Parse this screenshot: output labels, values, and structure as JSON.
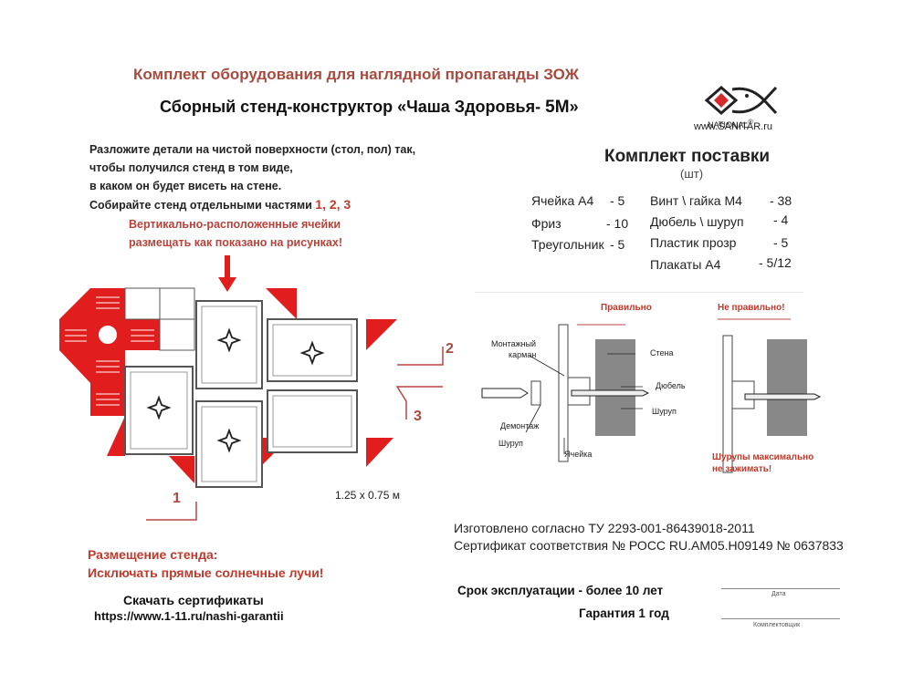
{
  "header": {
    "title": "Комплект оборудования для наглядной пропаганды ЗОЖ",
    "subtitle_main": "Сборный стенд-конструктор «Чаша Здоровья",
    "subtitle_suffix": "-",
    "subtitle_model": "5М",
    "subtitle_end": "»"
  },
  "logo": {
    "brand": "NATIONAL",
    "reg": "®",
    "url": "www.SANITAR.ru"
  },
  "instructions": {
    "line1": "Разложите детали на чистой поверхности (стол, пол) так,",
    "line2": "чтобы получился стенд в том виде,",
    "line3": "в каком он будет висеть на стене.",
    "line4": "Собирайте стенд отдельными частями",
    "parts": "1, 2, 3",
    "warn1": "Вертикально-расположенные ячейки",
    "warn2": "размещать как показано на рисунках!"
  },
  "diagram": {
    "label1": "1",
    "label2": "2",
    "label3": "3",
    "size": "1.25 х 0.75 м"
  },
  "kit": {
    "title": "Комплект поставки",
    "unit": "(шт)",
    "items": [
      {
        "name": "Ячейка А4",
        "qty": "- 5"
      },
      {
        "name": "Фриз",
        "qty": "- 10"
      },
      {
        "name": "Треугольник",
        "qty": "- 5"
      },
      {
        "name": "Винт \\ гайка М4",
        "qty": "- 38"
      },
      {
        "name": "Дюбель \\ шуруп",
        "qty": "- 4"
      },
      {
        "name": "Пластик прозр",
        "qty": "- 5"
      },
      {
        "name": "Плакаты А4",
        "qty": "- 5/12"
      }
    ]
  },
  "mount": {
    "correct": "Правильно",
    "incorrect": "Не правильно!",
    "pocket1": "Монтажный",
    "pocket2": "карман",
    "wall": "Стена",
    "dowel": "Дюбель",
    "screw": "Шуруп",
    "dismount": "Демонтаж",
    "screw2": "Шуруп",
    "cell": "Ячейка",
    "note1": "Шурупы максимально",
    "note2": "не зажимать!"
  },
  "cert": {
    "line1": "Изготовлено согласно ТУ 2293-001-86439018-2011",
    "line2": "Сертификат соответствия № РОСС RU.АМ05.Н09149    № 0637833"
  },
  "service": {
    "life": "Срок эксплуатации - более 10 лет",
    "warranty": "Гарантия 1 год",
    "date": "Дата",
    "packer": "Комплектовщик"
  },
  "placement": {
    "title": "Размещение стенда:",
    "note": "Исключать прямые солнечные лучи!"
  },
  "download": {
    "title": "Скачать сертификаты",
    "url": "https://www.1-11.ru/nashi-garantii"
  },
  "colors": {
    "red": "#e11d1d",
    "title_red": "#a94a3e",
    "accent_red": "#c0392b"
  }
}
